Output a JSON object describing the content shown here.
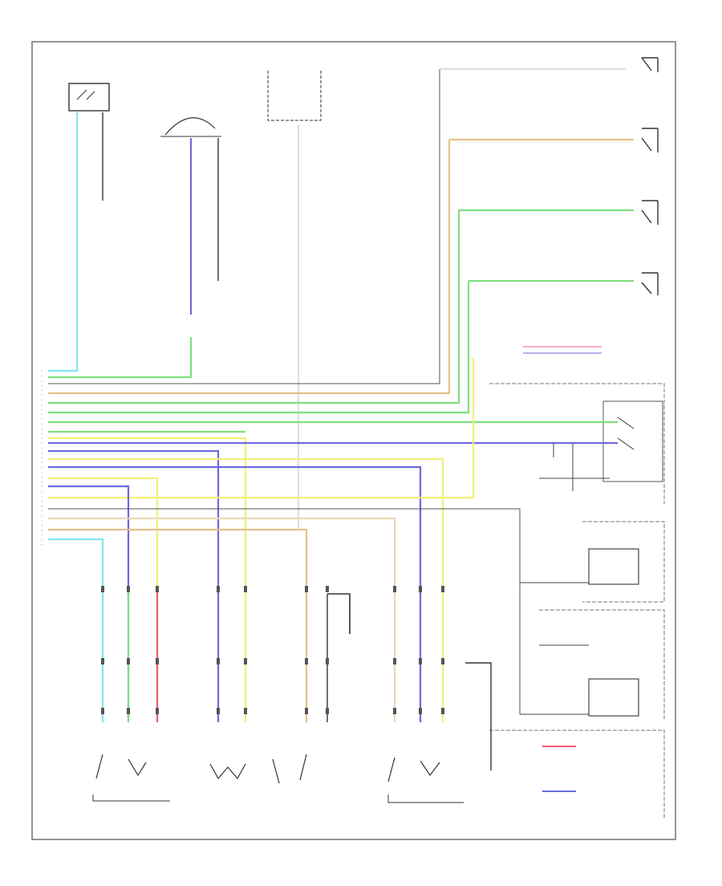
{
  "diagram": {
    "page_ref": "",
    "colors": {
      "frame": "#666666",
      "cyan": "#7fe6ee",
      "blue": "#6a6ae0",
      "green": "#7ee07e",
      "orange": "#e6c089",
      "yellow": "#f2ef7a",
      "red": "#ef5a78",
      "pale_orange": "#ecd9b4",
      "gray": "#bdbdbd",
      "black": "#333333"
    },
    "nodes": [
      {
        "id": "n1",
        "label": ""
      },
      {
        "id": "n2",
        "label": ""
      },
      {
        "id": "n3",
        "label": ""
      },
      {
        "id": "n4",
        "label": ""
      },
      {
        "id": "n5",
        "label": ""
      },
      {
        "id": "n6",
        "label": ""
      },
      {
        "id": "n7",
        "label": ""
      },
      {
        "id": "n8",
        "label": ""
      },
      {
        "id": "n9",
        "label": ""
      },
      {
        "id": "n10",
        "label": ""
      },
      {
        "id": "n11",
        "label": ""
      },
      {
        "id": "n12",
        "label": ""
      },
      {
        "id": "n13",
        "label": ""
      },
      {
        "id": "n14",
        "label": ""
      },
      {
        "id": "n15",
        "label": ""
      },
      {
        "id": "n16",
        "label": ""
      },
      {
        "id": "n17",
        "label": ""
      }
    ]
  }
}
